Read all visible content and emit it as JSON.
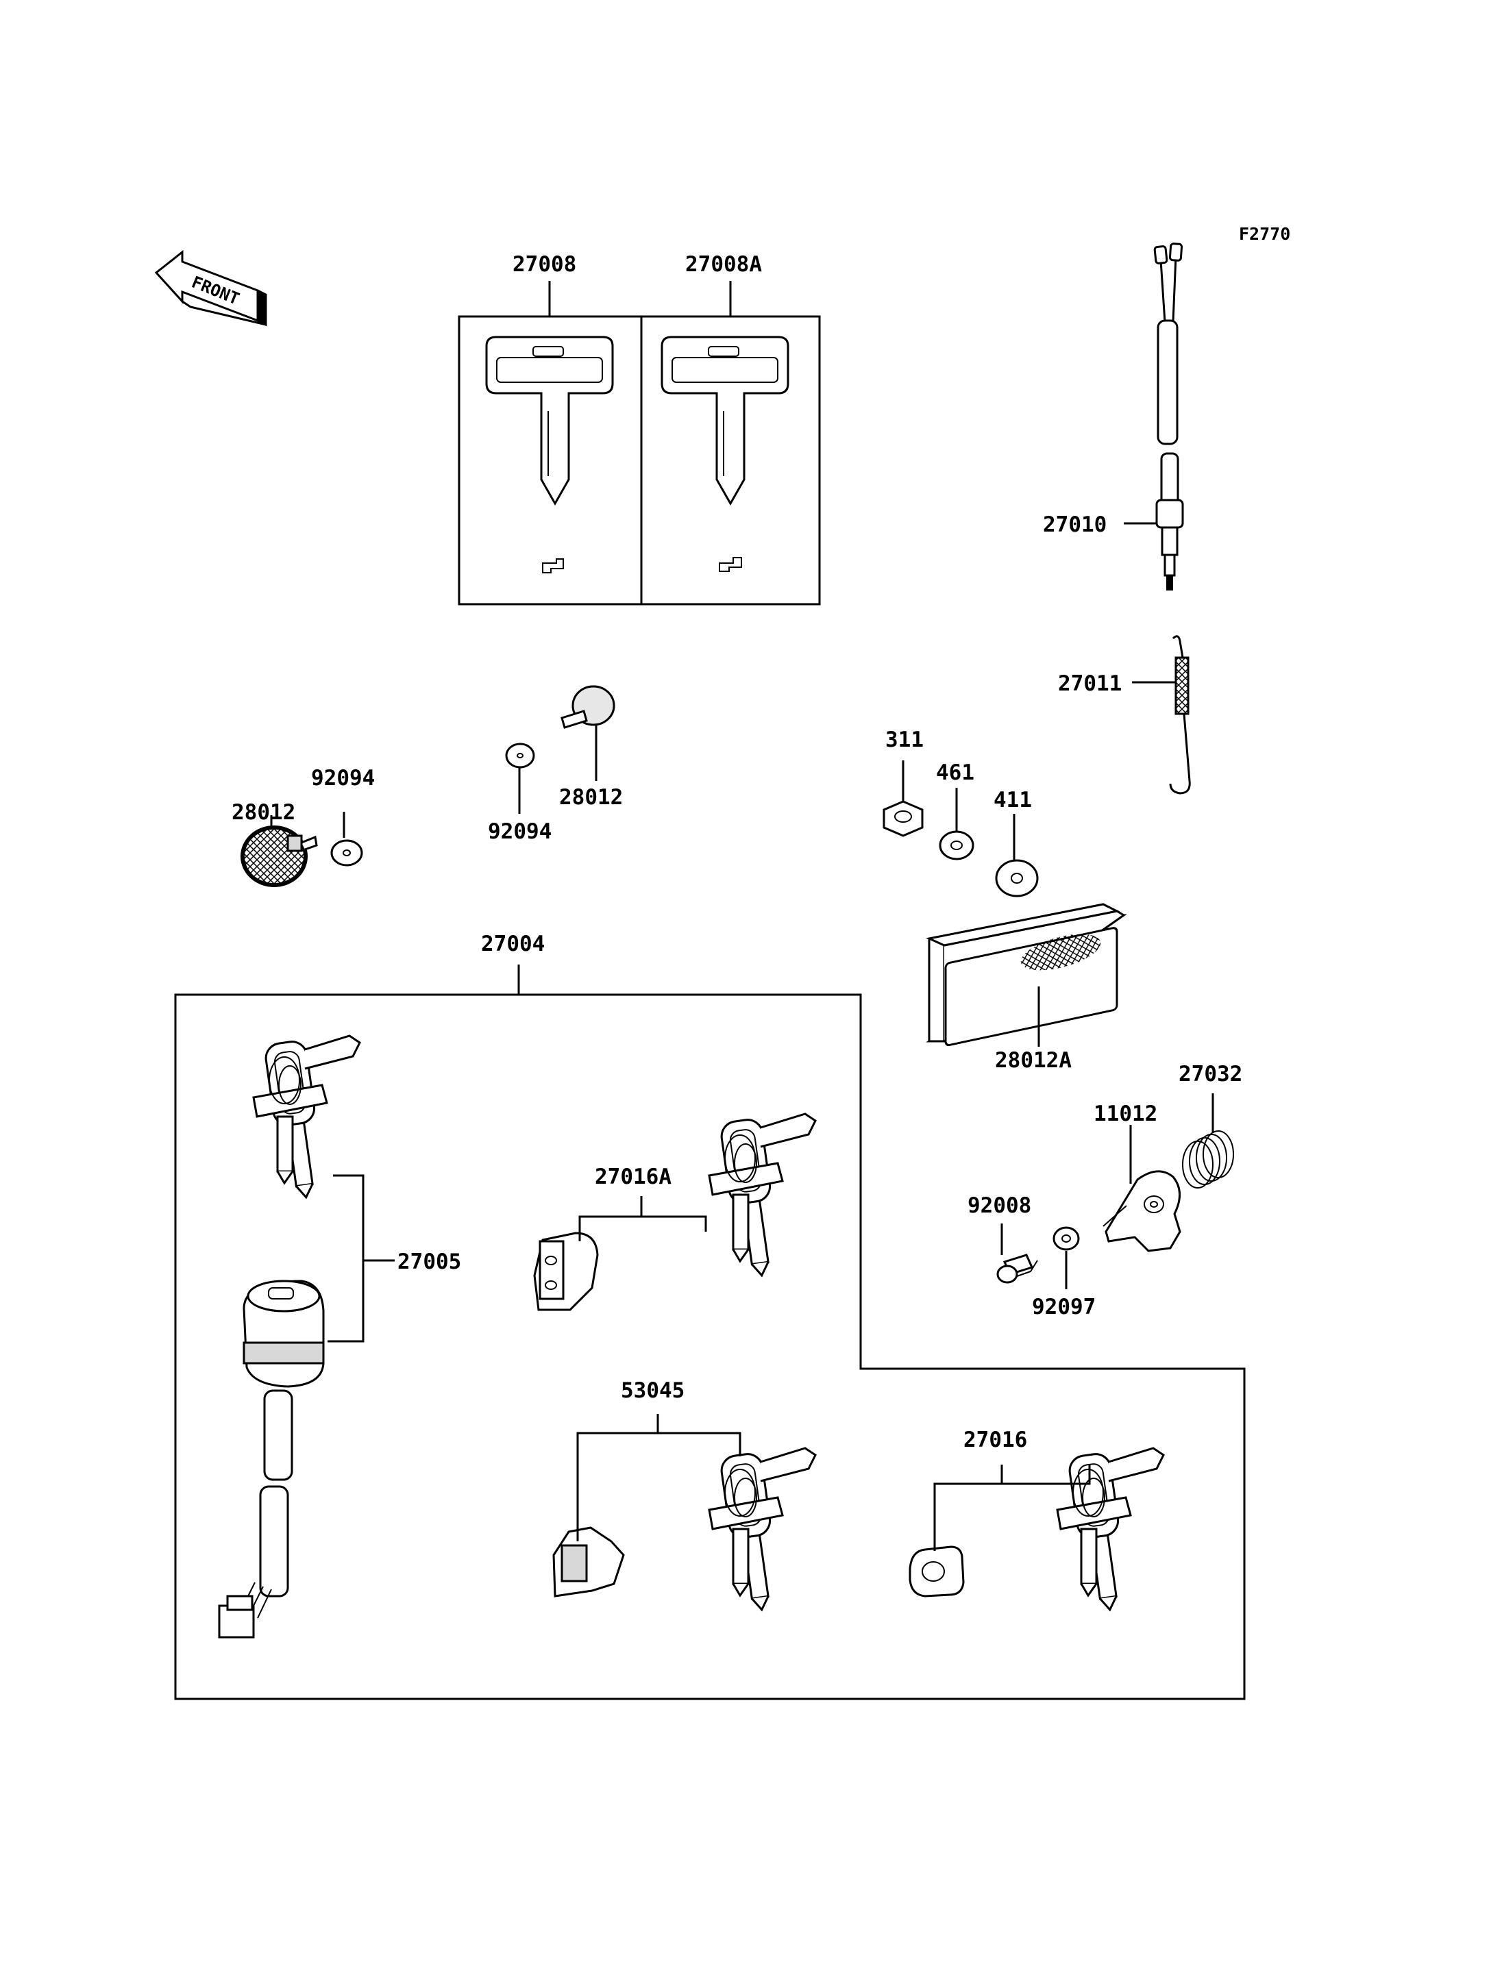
{
  "figure_code": "F2770",
  "front_arrow_text": "FRONT",
  "labels": {
    "p27008": "27008",
    "p27008A": "27008A",
    "p27010": "27010",
    "p27011": "27011",
    "p92094_left": "92094",
    "p28012_left": "28012",
    "p28012_mid": "28012",
    "p92094_mid": "92094",
    "p311": "311",
    "p461": "461",
    "p411": "411",
    "p27004": "27004",
    "p28012A": "28012A",
    "p27032": "27032",
    "p11012": "11012",
    "p92008": "92008",
    "p92097": "92097",
    "p27005": "27005",
    "p27016A": "27016A",
    "p53045": "53045",
    "p27016": "27016"
  }
}
